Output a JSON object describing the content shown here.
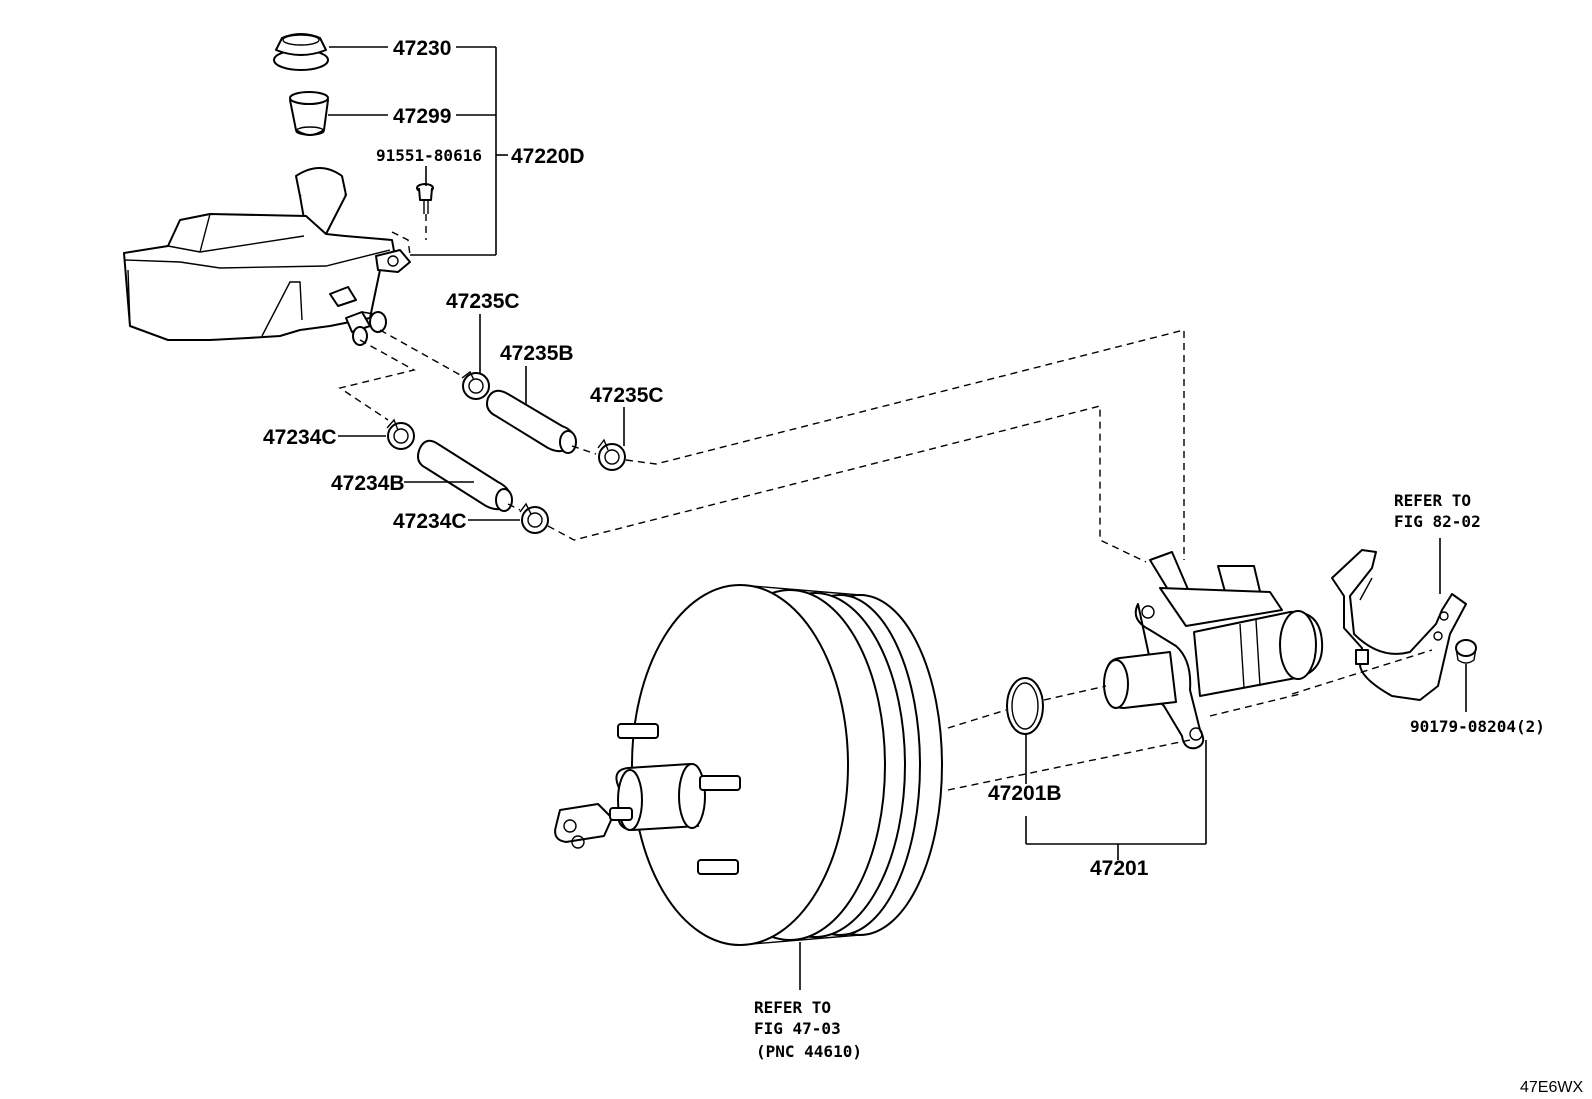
{
  "labels": {
    "p47230": "47230",
    "p47299": "47299",
    "p47220D": "47220D",
    "p91551": "91551-80616",
    "p47235C_a": "47235C",
    "p47235B": "47235B",
    "p47235C_b": "47235C",
    "p47234C_a": "47234C",
    "p47234B": "47234B",
    "p47234C_b": "47234C",
    "p47201B": "47201B",
    "p47201": "47201",
    "p90179": "90179-08204(2)",
    "refer82_line1": "REFER TO",
    "refer82_line2": "FIG 82-02",
    "refer47_line1": "REFER TO",
    "refer47_line2": "FIG 47-03",
    "refer47_line3": "(PNC 44610)",
    "diagram_id": "47E6WX"
  }
}
